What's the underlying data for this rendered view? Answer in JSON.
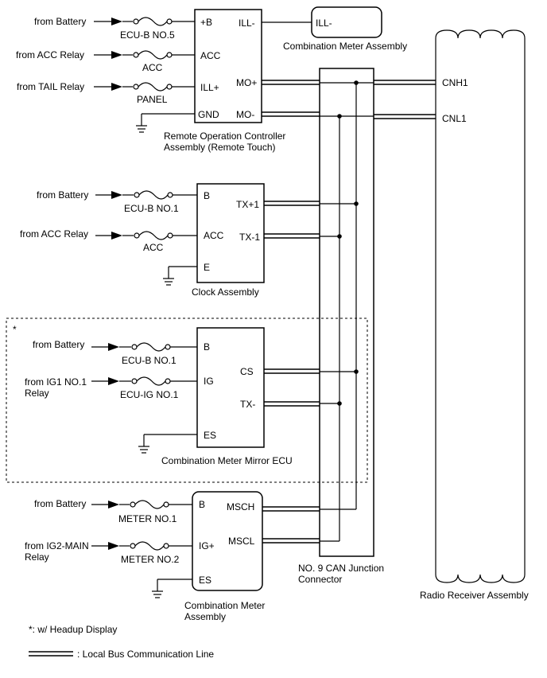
{
  "remote_controller": {
    "name_line1": "Remote Operation Controller",
    "name_line2": "Assembly (Remote Touch)",
    "inputs": [
      {
        "source": "from Battery",
        "fuse": "ECU-B NO.5",
        "pin": "+B"
      },
      {
        "source": "from ACC Relay",
        "fuse": "ACC",
        "pin": "ACC"
      },
      {
        "source": "from TAIL Relay",
        "fuse": "PANEL",
        "pin": "ILL+"
      }
    ],
    "ground_pin": "GND",
    "outputs": {
      "ill": "ILL-",
      "bus_h": "MO+",
      "bus_l": "MO-"
    }
  },
  "combination_meter_top": {
    "pin": "ILL-",
    "name": "Combination Meter Assembly"
  },
  "clock": {
    "name": "Clock Assembly",
    "inputs": [
      {
        "source": "from Battery",
        "fuse": "ECU-B NO.1",
        "pin": "B"
      },
      {
        "source": "from ACC Relay",
        "fuse": "ACC",
        "pin": "ACC"
      }
    ],
    "ground_pin": "E",
    "outputs": {
      "bus_h": "TX+1",
      "bus_l": "TX-1"
    }
  },
  "mirror_ecu": {
    "note_marker": "*",
    "name": "Combination Meter Mirror ECU",
    "inputs": [
      {
        "source": "from Battery",
        "fuse": "ECU-B NO.1",
        "pin": "B"
      },
      {
        "source_line1": "from IG1 NO.1",
        "source_line2": "Relay",
        "fuse": "ECU-IG NO.1",
        "pin": "IG"
      }
    ],
    "ground_pin": "ES",
    "outputs": {
      "bus_h": "CS",
      "bus_l": "TX-"
    }
  },
  "combination_meter": {
    "name_line1": "Combination Meter",
    "name_line2": "Assembly",
    "inputs": [
      {
        "source": "from Battery",
        "fuse": "METER NO.1",
        "pin": "B"
      },
      {
        "source_line1": "from IG2-MAIN",
        "source_line2": "Relay",
        "fuse": "METER NO.2",
        "pin": "IG+"
      }
    ],
    "ground_pin": "ES",
    "outputs": {
      "bus_h": "MSCH",
      "bus_l": "MSCL"
    }
  },
  "junction": {
    "name_line1": "NO. 9 CAN Junction",
    "name_line2": "Connector"
  },
  "radio": {
    "name": "Radio Receiver Assembly",
    "pins": {
      "h": "CNH1",
      "l": "CNL1"
    }
  },
  "legend": {
    "footnote": "*: w/ Headup Display",
    "bus_line": ": Local Bus Communication Line"
  }
}
